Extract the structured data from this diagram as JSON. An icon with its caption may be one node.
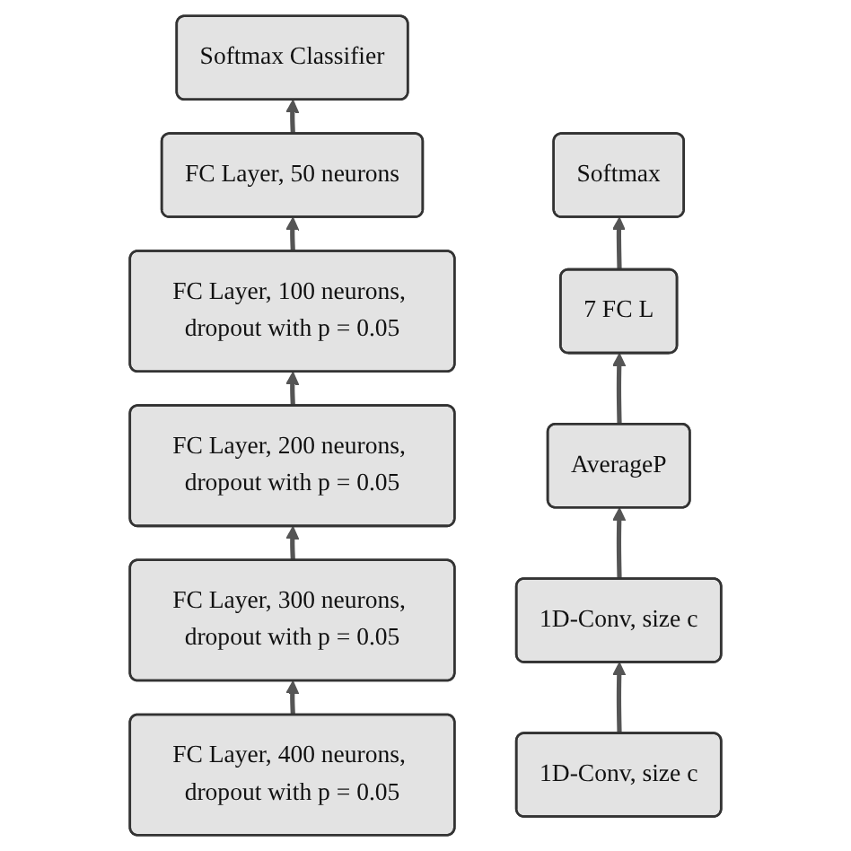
{
  "diagram": {
    "nodes": [
      {
        "text": [
          "Softmax Classifier"
        ]
      },
      {
        "text": [
          "FC Layer, 50 neurons"
        ]
      },
      {
        "text": [
          "FC Layer, 100 neurons, dropout with p = 0.05"
        ]
      },
      {
        "text": [
          "FC Layer, 200 neurons, dropout with p = 0.05"
        ]
      },
      {
        "text": [
          "FC Layer, 300 neurons, dropout with p = 0.05"
        ]
      },
      {
        "text": [
          "FC Layer, 400 neurons, dropout with p = 0.05"
        ]
      },
      {
        "text": [
          "Softmax"
        ]
      },
      {
        "text": [
          "7 FC L"
        ]
      },
      {
        "text": [
          "AverageP"
        ]
      },
      {
        "text": [
          "1D-Conv, size c"
        ]
      },
      {
        "text": [
          "1D-Conv, size c"
        ]
      }
    ],
    "edges": [
      {
        "from": 5,
        "to": 4,
        "arrow": "to"
      },
      {
        "from": 4,
        "to": 3,
        "arrow": "to"
      },
      {
        "from": 3,
        "to": 2,
        "arrow": "to"
      },
      {
        "from": 2,
        "to": 1,
        "arrow": "to"
      },
      {
        "from": 1,
        "to": 0,
        "arrow": "to"
      },
      {
        "from": 10,
        "to": 9,
        "arrow": "to"
      },
      {
        "from": 9,
        "to": 8,
        "arrow": "to"
      },
      {
        "from": 8,
        "to": 7,
        "arrow": "to"
      },
      {
        "from": 7,
        "to": 6,
        "arrow": "to"
      }
    ]
  }
}
